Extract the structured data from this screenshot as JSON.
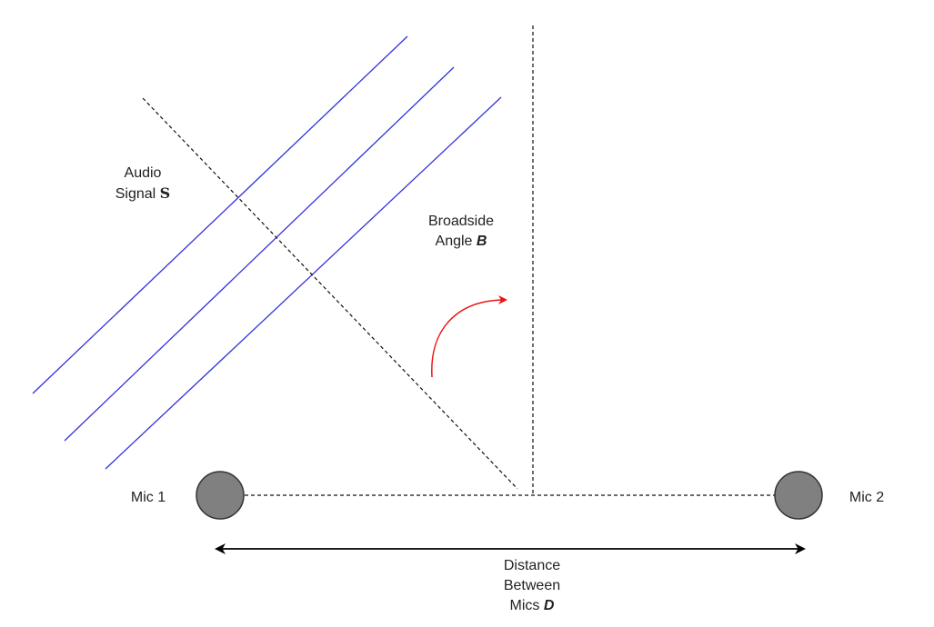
{
  "labels": {
    "audio_signal": {
      "line1": "Audio",
      "line2_prefix": "Signal ",
      "variable": "S"
    },
    "broadside_angle": {
      "line1": "Broadside",
      "line2_prefix": "Angle ",
      "variable": "B"
    },
    "mic1": "Mic 1",
    "mic2": "Mic 2",
    "distance": {
      "line1": "Distance",
      "line2": "Between",
      "line3_prefix": "Mics ",
      "variable": "D"
    }
  },
  "colors": {
    "wavefront": "#3333dd",
    "arrow_red": "#ee1111",
    "mic_fill": "#808080",
    "mic_stroke": "#333333",
    "line": "#111111"
  }
}
